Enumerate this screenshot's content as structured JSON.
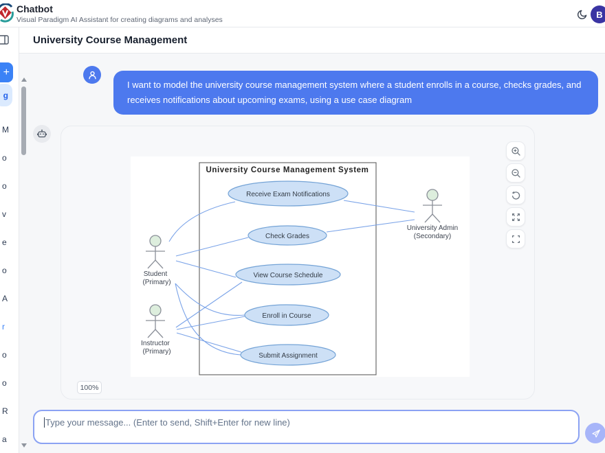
{
  "header": {
    "app_title": "Chatbot",
    "subtitle": "Visual Paradigm AI Assistant for creating diagrams and analyses",
    "avatar_initial": "B"
  },
  "topbar": {
    "title": "University Course Management"
  },
  "sidebar": {
    "new_chat_label": "+",
    "active_item_fragment": "g",
    "item_fragments": [
      "M",
      "o",
      "o",
      "v",
      "e",
      "o",
      "A",
      "r",
      "o",
      "o",
      "R",
      "a"
    ]
  },
  "chat": {
    "user_message": "I want to model the university course management system where a student enrolls in a course, checks grades, and receives notifications about upcoming exams, using a use case diagram",
    "zoom_badge": "100%",
    "diagram_controls": [
      "zoom-in",
      "zoom-out",
      "reset-view",
      "fit-to-screen",
      "fullscreen"
    ]
  },
  "diagram": {
    "title": "University Course Management System",
    "use_cases": [
      "Receive Exam Notifications",
      "Check Grades",
      "View Course Schedule",
      "Enroll in Course",
      "Submit Assignment"
    ],
    "actors": [
      {
        "name": "Student",
        "stereotype": "(Primary)"
      },
      {
        "name": "Instructor",
        "stereotype": "(Primary)"
      },
      {
        "name": "University Admin",
        "stereotype": "(Secondary)"
      }
    ],
    "associations": [
      [
        "Student",
        "Receive Exam Notifications"
      ],
      [
        "Student",
        "Check Grades"
      ],
      [
        "Student",
        "View Course Schedule"
      ],
      [
        "Student",
        "Enroll in Course"
      ],
      [
        "Student",
        "Submit Assignment"
      ],
      [
        "Instructor",
        "View Course Schedule"
      ],
      [
        "Instructor",
        "Enroll in Course"
      ],
      [
        "Instructor",
        "Submit Assignment"
      ],
      [
        "University Admin",
        "Receive Exam Notifications"
      ],
      [
        "University Admin",
        "Check Grades"
      ]
    ],
    "colors": {
      "usecase_fill": "#cde0f6",
      "usecase_stroke": "#74a3d6",
      "edge": "#7aa3e8",
      "boundary": "#6b6b6b",
      "actor_head_fill": "#ddeedd"
    }
  },
  "composer": {
    "placeholder": "Type your message... (Enter to send, Shift+Enter for new line)"
  }
}
